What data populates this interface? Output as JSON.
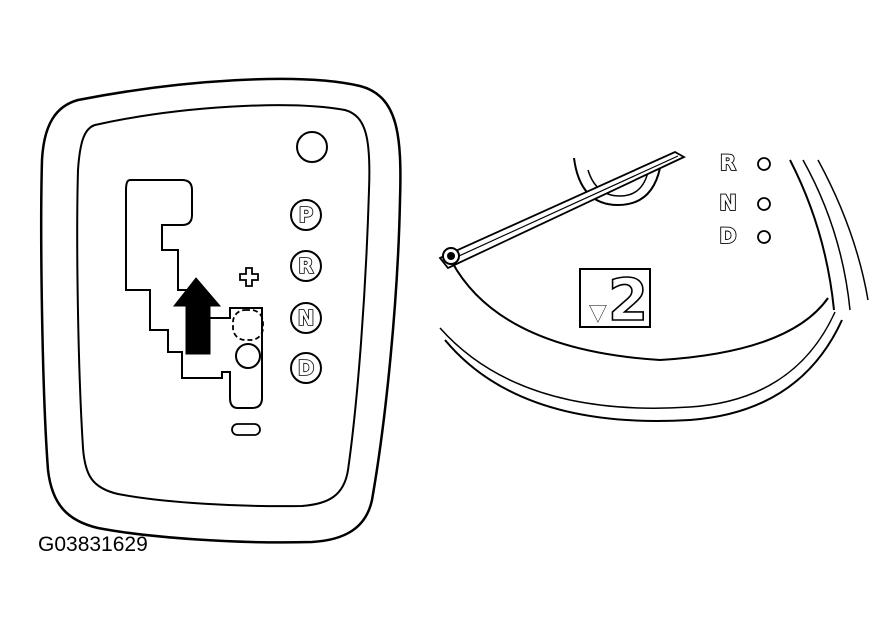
{
  "shift_gate": {
    "positions": [
      "P",
      "R",
      "N",
      "D"
    ],
    "plus_symbol": "+",
    "minus_symbol": "−"
  },
  "meter": {
    "indicators": [
      "R",
      "N",
      "D"
    ],
    "display_value": "2",
    "display_marker": "▼"
  },
  "figure_id": "G03831629"
}
